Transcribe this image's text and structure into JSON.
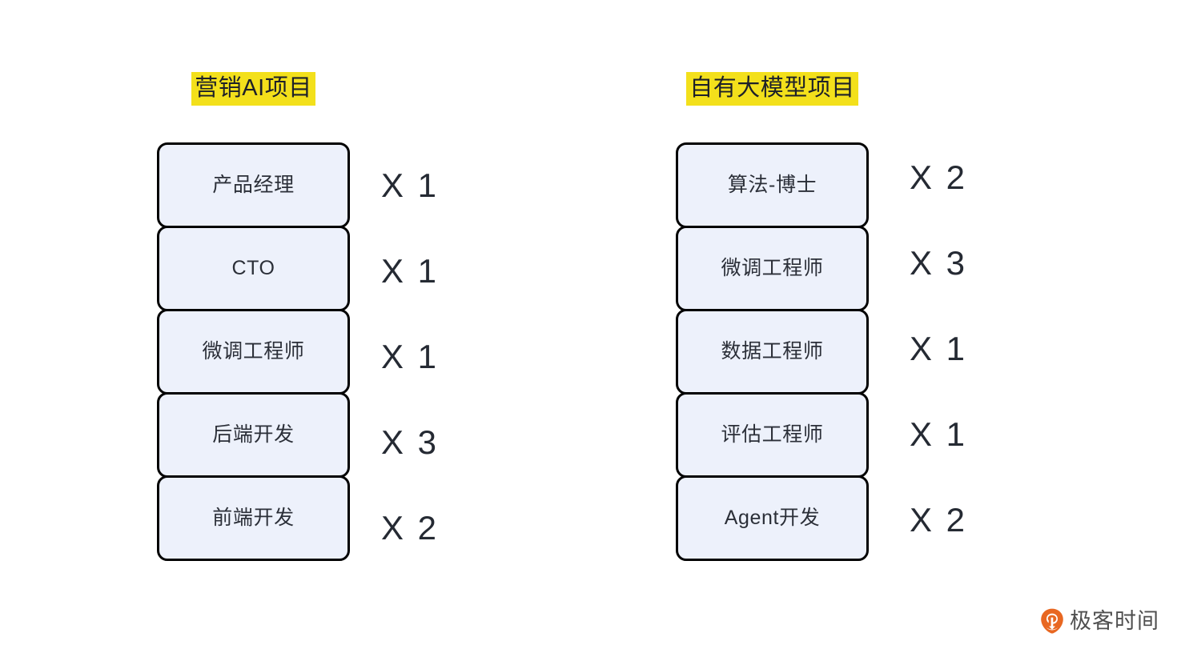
{
  "page": {
    "background_color": "#FFFFFF",
    "highlight_color": "#F3E01B",
    "box_fill_color": "#EDF1FB",
    "box_border_color": "#000000",
    "text_color": "#2B2F38"
  },
  "columns": [
    {
      "title": "营销AI项目",
      "roles": [
        {
          "name": "产品经理",
          "count": "X 1"
        },
        {
          "name": "CTO",
          "count": "X 1"
        },
        {
          "name": "微调工程师",
          "count": "X 1"
        },
        {
          "name": "后端开发",
          "count": "X 3"
        },
        {
          "name": "前端开发",
          "count": "X 2"
        }
      ]
    },
    {
      "title": "自有大模型项目",
      "roles": [
        {
          "name": "算法-博士",
          "count": "X 2"
        },
        {
          "name": "微调工程师",
          "count": "X 3"
        },
        {
          "name": "数据工程师",
          "count": "X 1"
        },
        {
          "name": "评估工程师",
          "count": "X 1"
        },
        {
          "name": "Agent开发",
          "count": "X 2"
        }
      ]
    }
  ],
  "watermark": {
    "text": "极客时间",
    "logo_color": "#E8631A",
    "icon": "geektime-logo-icon"
  }
}
